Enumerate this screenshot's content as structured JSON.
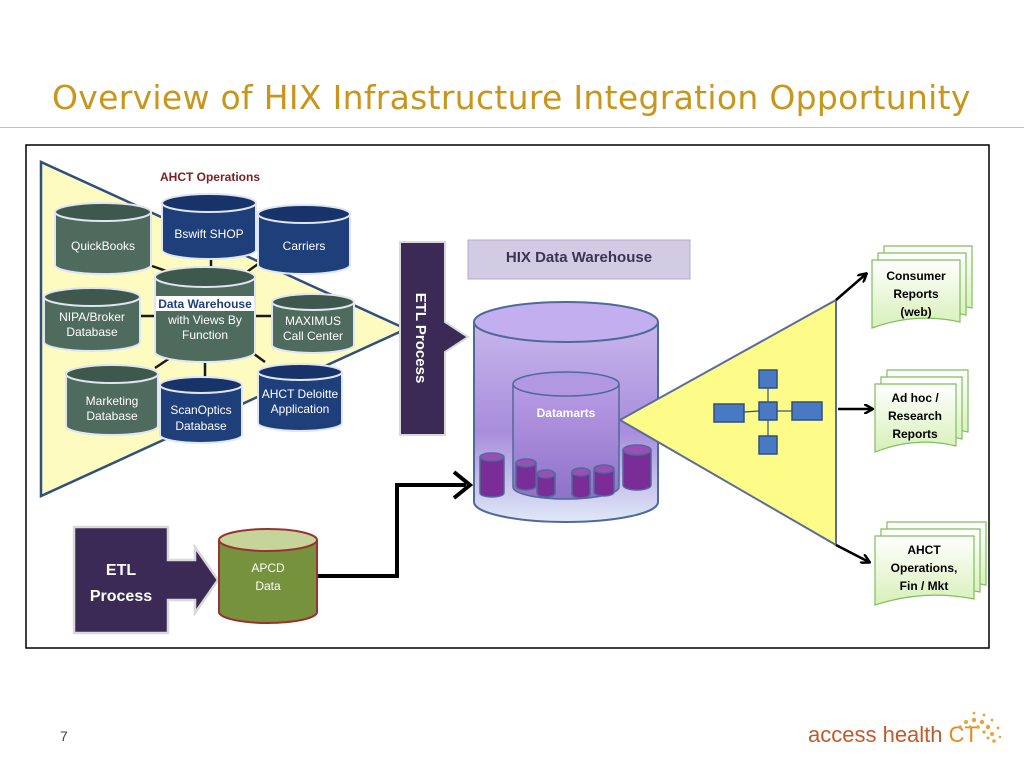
{
  "slide": {
    "title": "Overview of HIX Infrastructure Integration Opportunity",
    "page_number": "7",
    "logo": {
      "main": "access health",
      "suffix": "CT"
    }
  },
  "diagram": {
    "operations_label": "AHCT Operations",
    "databases": {
      "quickbooks": [
        "QuickBooks"
      ],
      "bswift": [
        "Bswift SHOP"
      ],
      "carriers": [
        "Carriers"
      ],
      "nipa": [
        "NIPA/Broker",
        "Database"
      ],
      "maximus": [
        "MAXIMUS",
        "Call Center"
      ],
      "marketing": [
        "Marketing",
        "Database"
      ],
      "scanoptics": [
        "ScanOptics",
        "Database"
      ],
      "deloitte": [
        "AHCT Deloitte",
        "Application"
      ],
      "central": [
        "Data Warehouse",
        "with Views By",
        "Function"
      ]
    },
    "etl_vertical": "ETL Process",
    "hix_label": "HIX Data Warehouse",
    "datamarts_label": "Datamarts",
    "etl_box": [
      "ETL",
      "Process"
    ],
    "apcd": [
      "APCD",
      "Data"
    ],
    "outputs": {
      "consumer": [
        "Consumer",
        "Reports",
        "(web)"
      ],
      "adhoc": [
        "Ad hoc /",
        "Research",
        "Reports"
      ],
      "ahct": [
        "AHCT",
        "Operations,",
        "Fin / Mkt"
      ]
    }
  },
  "colors": {
    "title": "#c8961a",
    "db_green": "#4f6b5e",
    "db_navy": "#1f3f7a",
    "triangle_fill": "#fdfbc0",
    "etl_purple": "#3b2a55",
    "warehouse_purple": "#9b7fd1",
    "apcd_green": "#76923c",
    "report_green": "#e6f5cf"
  }
}
